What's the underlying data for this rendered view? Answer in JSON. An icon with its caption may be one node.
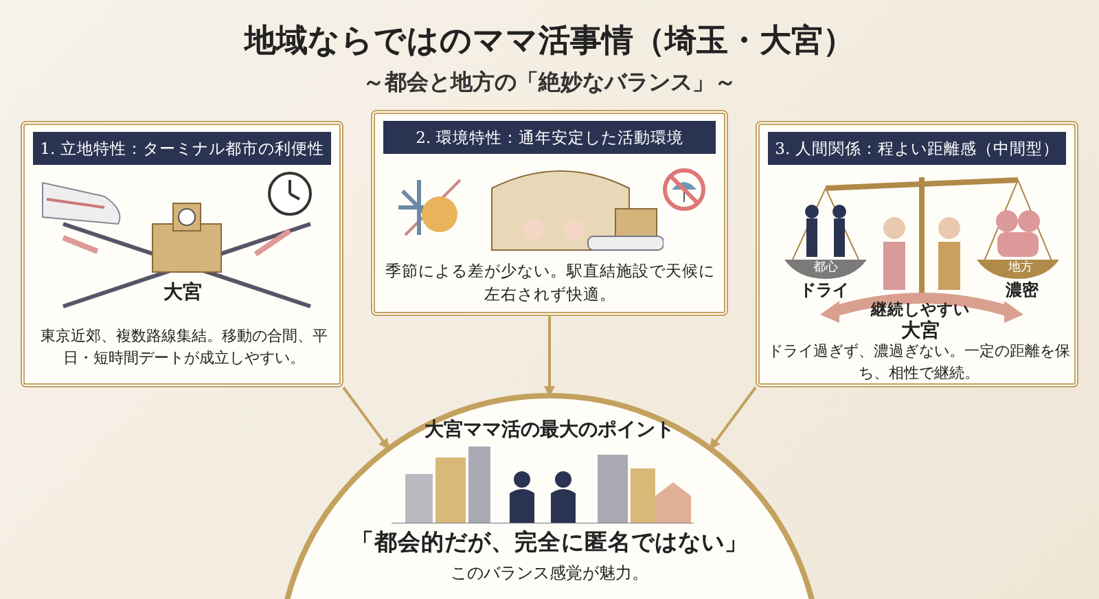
{
  "diagram": {
    "title": "地域ならではのママ活事情（埼玉・大宮）",
    "nodes": [
      {
        "text": [
          "1. 立地特性：ターミナル都市の利便性",
          "大宮",
          "東京近郊、複数路線集結。移動の合間、平日・短時間デートが成立しやすい。"
        ]
      },
      {
        "text": [
          "2. 環境特性：通年安定した活動環境",
          "季節による差が少ない。駅直結施設で天候に左右されず快適。"
        ]
      },
      {
        "text": [
          "3. 人間関係：程よい距離感（中間型）",
          "都心",
          "ドライ",
          "地方",
          "濃密",
          "継続しやすい",
          "大宮",
          "ドライ過ぎず、濃過ぎない。一定の距離を保ち、相性で継続。"
        ]
      },
      {
        "text": [
          "大宮ママ活の最大のポイント",
          "「都会的だが、完全に匿名ではない」",
          "このバランス感覚が魅力。"
        ]
      }
    ],
    "edges": [
      {
        "from": 0,
        "to": 3,
        "arrow": "to"
      },
      {
        "from": 1,
        "to": 3,
        "arrow": "to"
      },
      {
        "from": 2,
        "to": 3,
        "arrow": "to"
      }
    ],
    "labels": [
      "～都会と地方の「絶妙なバランス」～"
    ]
  }
}
